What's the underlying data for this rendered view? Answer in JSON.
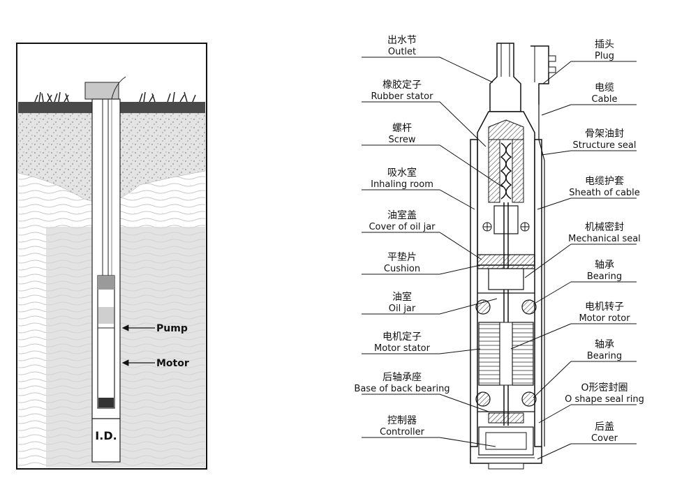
{
  "well_diagram": {
    "pump_label": "Pump",
    "motor_label": "Motor",
    "id_label": "I.D."
  },
  "left_labels": [
    {
      "cn": "出水节",
      "en": "Outlet"
    },
    {
      "cn": "橡胶定子",
      "en": "Rubber stator"
    },
    {
      "cn": "螺杆",
      "en": "Screw"
    },
    {
      "cn": "吸水室",
      "en": "Inhaling room"
    },
    {
      "cn": "油室盖",
      "en": "Cover of oil jar"
    },
    {
      "cn": "平垫片",
      "en": "Cushion"
    },
    {
      "cn": "油室",
      "en": "Oil jar"
    },
    {
      "cn": "电机定子",
      "en": "Motor stator"
    },
    {
      "cn": "后轴承座",
      "en": "Base of back bearing"
    },
    {
      "cn": "控制器",
      "en": "Controller"
    }
  ],
  "right_labels": [
    {
      "cn": "插头",
      "en": "Plug"
    },
    {
      "cn": "电缆",
      "en": "Cable"
    },
    {
      "cn": "骨架油封",
      "en": "Structure seal"
    },
    {
      "cn": "电缆护套",
      "en": "Sheath of cable"
    },
    {
      "cn": "机械密封",
      "en": "Mechanical seal"
    },
    {
      "cn": "轴承",
      "en": "Bearing"
    },
    {
      "cn": "电机转子",
      "en": "Motor rotor"
    },
    {
      "cn": "轴承",
      "en": "Bearing"
    },
    {
      "cn": "O形密封圈",
      "en": "O shape seal ring"
    },
    {
      "cn": "后盖",
      "en": "Cover"
    }
  ]
}
